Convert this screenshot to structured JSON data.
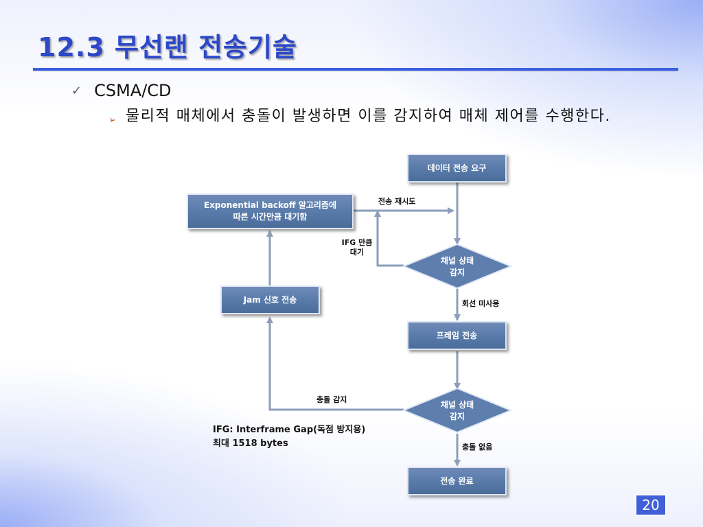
{
  "slide": {
    "title": "12.3 무선랜 전송기술",
    "bullet_main": "CSMA/CD",
    "bullet_sub": "물리적 매체에서 충돌이 발생하면 이를 감지하여 매체 제어를 수행한다.",
    "page_number": "20",
    "icons": {
      "level1_bullet": "checkmark-icon",
      "level2_bullet": "arrow-bullet-icon"
    },
    "colors": {
      "title": "#2c48c8",
      "rule": "#3b5fe0",
      "box": "#577aa9",
      "arrow": "#8d9eb8"
    }
  },
  "flow": {
    "request": "데이터 전송 요구",
    "backoff_line1": "Exponential backoff 알고리즘에",
    "backoff_line2": "따른 시간만큼 대기함",
    "retry": "전송 재시도",
    "ifg_wait_line1": "IFG 만큼",
    "ifg_wait_line2": "대기",
    "sense1_line1": "채널 상태",
    "sense1_line2": "감지",
    "idle": "회선 미사용",
    "jam": "Jam 신호 전송",
    "frame": "프레임 전송",
    "collision": "충돌 감지",
    "sense2_line1": "채널 상태",
    "sense2_line2": "감지",
    "no_collision": "충돌 없음",
    "done": "전송 완료",
    "note_line1": "IFG: Interframe Gap(독점 방지용)",
    "note_line2": "최대 1518 bytes"
  }
}
